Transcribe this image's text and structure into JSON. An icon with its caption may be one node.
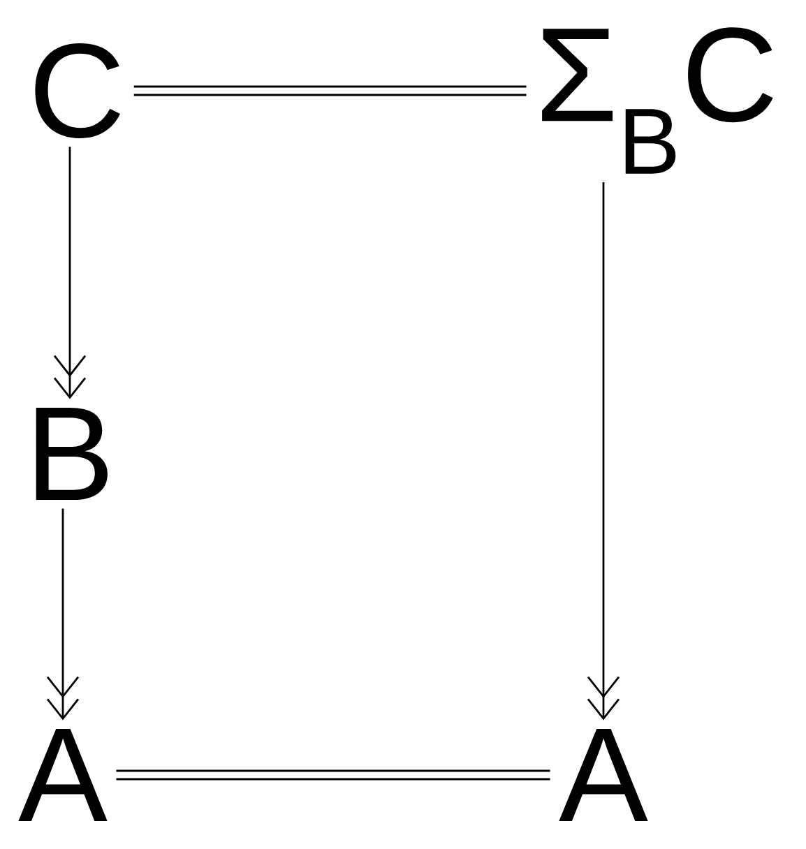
{
  "diagram": {
    "nodes": [
      {
        "text": [
          "C"
        ]
      },
      {
        "text": [
          "Σ$_{B}$C"
        ]
      },
      {
        "text": [
          "B"
        ]
      },
      {
        "text": [
          "A"
        ]
      },
      {
        "text": [
          "A"
        ]
      }
    ],
    "edges": [
      {
        "from": 0,
        "to": 1,
        "arrow": "none"
      },
      {
        "from": 0,
        "to": 2,
        "arrow": "to"
      },
      {
        "from": 2,
        "to": 3,
        "arrow": "to"
      },
      {
        "from": 1,
        "to": 4,
        "arrow": "to"
      },
      {
        "from": 3,
        "to": 4,
        "arrow": "none"
      }
    ]
  }
}
